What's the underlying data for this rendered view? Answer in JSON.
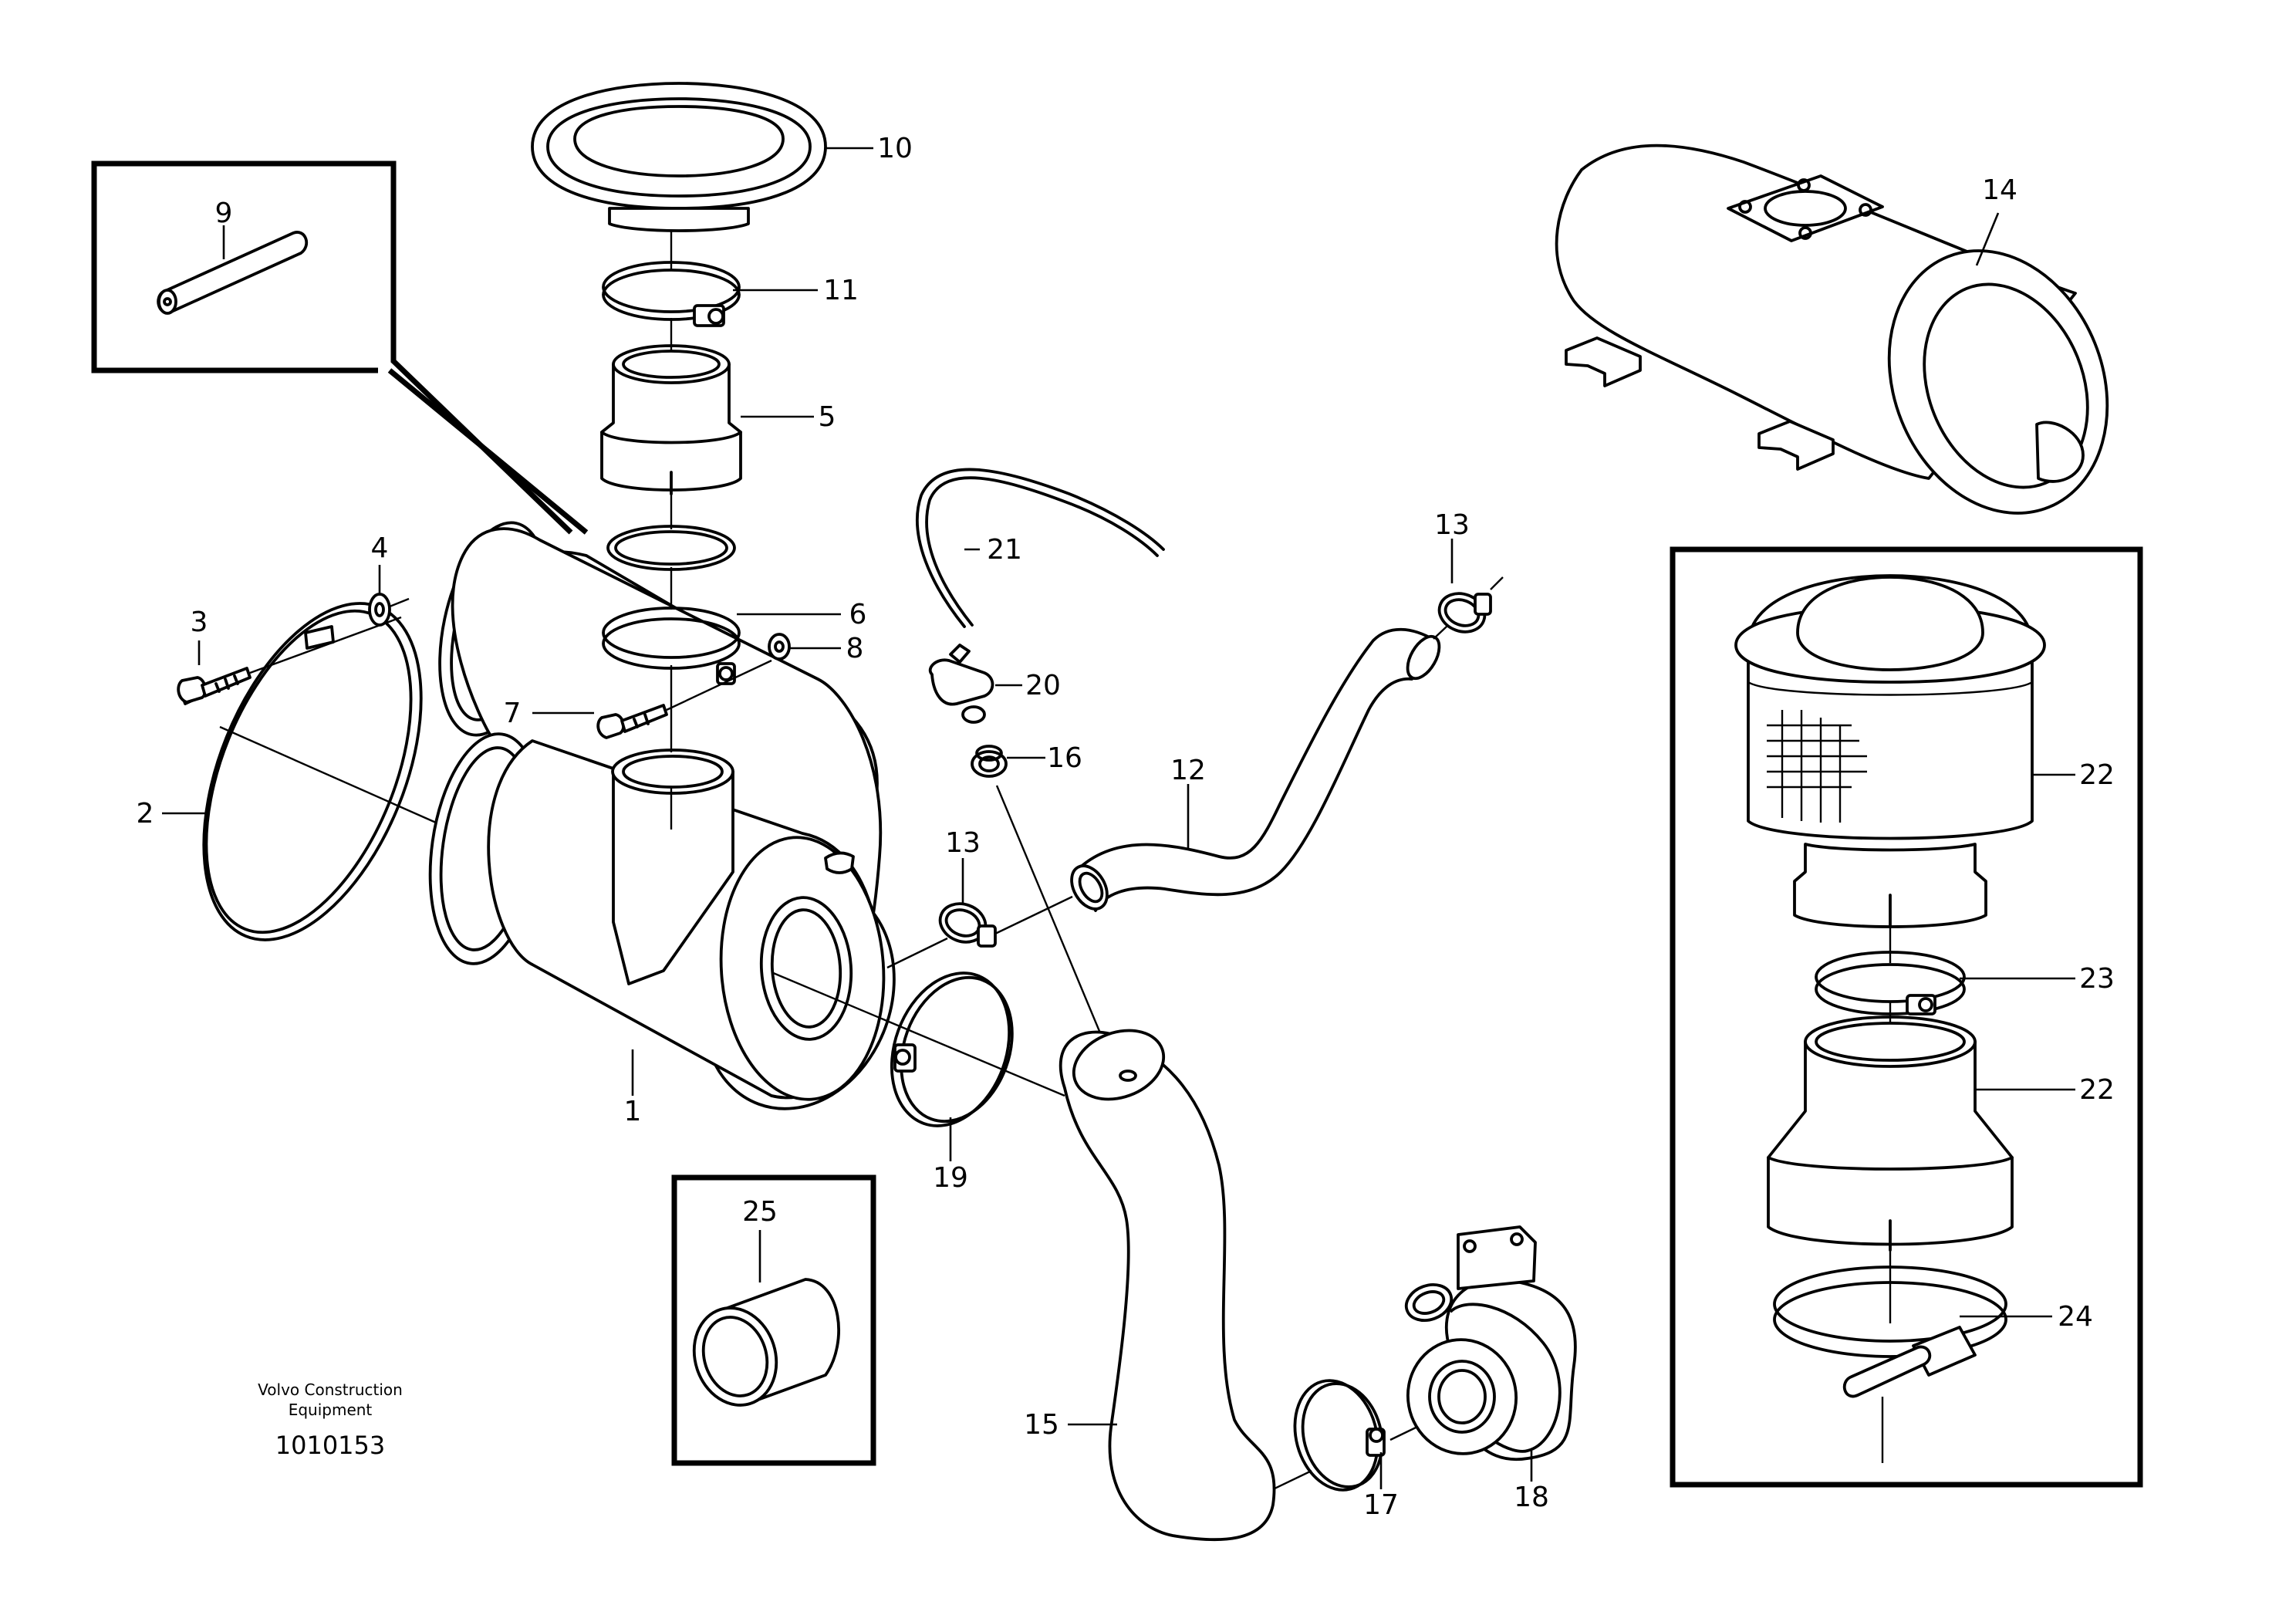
{
  "callouts": [
    {
      "id": "1",
      "text": "1"
    },
    {
      "id": "2",
      "text": "2"
    },
    {
      "id": "3",
      "text": "3"
    },
    {
      "id": "4",
      "text": "4"
    },
    {
      "id": "5",
      "text": "5"
    },
    {
      "id": "6",
      "text": "6"
    },
    {
      "id": "7",
      "text": "7"
    },
    {
      "id": "8",
      "text": "8"
    },
    {
      "id": "9",
      "text": "9"
    },
    {
      "id": "10",
      "text": "10"
    },
    {
      "id": "11",
      "text": "11"
    },
    {
      "id": "12",
      "text": "12"
    },
    {
      "id": "13a",
      "text": "13"
    },
    {
      "id": "13b",
      "text": "13"
    },
    {
      "id": "14",
      "text": "14"
    },
    {
      "id": "15",
      "text": "15"
    },
    {
      "id": "16",
      "text": "16"
    },
    {
      "id": "17",
      "text": "17"
    },
    {
      "id": "18",
      "text": "18"
    },
    {
      "id": "19",
      "text": "19"
    },
    {
      "id": "20",
      "text": "20"
    },
    {
      "id": "21",
      "text": "21"
    },
    {
      "id": "22a",
      "text": "22"
    },
    {
      "id": "22b",
      "text": "22"
    },
    {
      "id": "23",
      "text": "23"
    },
    {
      "id": "24",
      "text": "24"
    },
    {
      "id": "25",
      "text": "25"
    }
  ],
  "credit": {
    "line1": "Volvo Construction",
    "line2": "Equipment",
    "doc_number": "1010153"
  }
}
